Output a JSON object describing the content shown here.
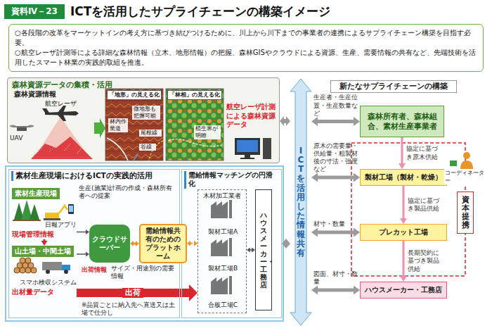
{
  "diagram": {
    "title": "ICTを活用したサプライチェーンの構築イメージ",
    "nodes": [
      {
        "text": [
          "○各段階の改革をマーケットインの考え方に基づき結びつけるために、川上から川下までの事業者の連携によるサプライチェーン構築を目指す必要。",
          "○航空レーザ計測等による詳細な森林情報（立木、地形情報）の把握、森林GISやクラウドによる資源、生産、需要情報の共有など、先端技術を活用したスマート林業の実践的取組を推進。"
        ]
      },
      {
        "text": [
          "森林資源データの集積・活用"
        ]
      },
      {
        "text": [
          "素材生産現場におけるICTの実践的活用"
        ]
      },
      {
        "text": [
          "素材生産現場",
          "日報アプリ",
          "現場管理情報"
        ],
        "in": 2
      },
      {
        "text": [
          "山土場・中間土場",
          "スマホ検収システム",
          "出材量データ"
        ],
        "in": 2
      },
      {
        "text": [
          "クラウドサーバー"
        ],
        "in": 2
      },
      {
        "text": [
          "需給情報マッチングの円滑化"
        ]
      },
      {
        "text": [
          "需給情報共有のためのプラットホーム"
        ]
      },
      {
        "text": [
          "木材加工業者"
        ],
        "in": 6
      },
      {
        "text": [
          "製材工場A"
        ],
        "in": 8
      },
      {
        "text": [
          "製材工場B"
        ],
        "in": 8
      },
      {
        "text": [
          "合板工場C"
        ],
        "in": 8
      },
      {
        "text": [
          "ハウスメーカー・工務店"
        ],
        "in": 6
      },
      {
        "text": [
          "ICTを活用した情報共有"
        ]
      },
      {
        "text": [
          "新たなサプライチェーンの構築"
        ]
      },
      {
        "text": [
          "森林所有者、森林組合、素材生産事業者"
        ]
      },
      {
        "text": [
          "製材工場（製材・乾燥）"
        ]
      },
      {
        "text": [
          "プレカット工場"
        ]
      },
      {
        "text": [
          "ハウスメーカー・工務店"
        ]
      },
      {
        "text": [
          "コーディネーター"
        ]
      },
      {
        "text": [
          "資本提携"
        ]
      }
    ],
    "edges": [
      {
        "from": 15,
        "to": 16,
        "arrow": "to",
        "label": "協定に基づき原木供給"
      },
      {
        "from": 16,
        "to": 17,
        "arrow": "to",
        "label": "協定に基づき製品供給"
      },
      {
        "from": 17,
        "to": 18,
        "arrow": "to",
        "label": "長期契約に基づき製品供給"
      },
      {
        "from": 13,
        "to": 15,
        "arrow": "both",
        "label": "生産者・生産位置・生産数量など"
      },
      {
        "from": 13,
        "to": 16,
        "arrow": "both",
        "label": "原木の需要量・供給量・粗製材後の寸法・強度など"
      },
      {
        "from": 13,
        "to": 17,
        "arrow": "both",
        "label": "材寸・数量"
      },
      {
        "from": 13,
        "to": 18,
        "arrow": "both",
        "label": "図面、材寸・数量"
      },
      {
        "from": 6,
        "to": 13,
        "arrow": "both"
      },
      {
        "from": 3,
        "to": 4,
        "arrow": "to"
      },
      {
        "from": 3,
        "to": 5,
        "arrow": "to"
      },
      {
        "from": 4,
        "to": 5,
        "arrow": "to"
      },
      {
        "from": 5,
        "to": 7,
        "arrow": "both"
      },
      {
        "from": 4,
        "to": 8,
        "arrow": "to",
        "label": "出荷"
      },
      {
        "from": 8,
        "to": 12,
        "arrow": "both"
      },
      {
        "from": 7,
        "to": 8,
        "arrow": "both"
      },
      {
        "from": 1,
        "to": 13,
        "arrow": "both"
      }
    ],
    "labels": [
      "資料Ⅳ－23",
      "森林資源情報",
      "航空レーザ",
      "UAV",
      "「地形」の見える化",
      "微地形も把握可能",
      "林内作業道",
      "尾根線",
      "谷線",
      "「林相」の見える化",
      "植生界が明瞭",
      "航空レーザ計測による森林資源データ",
      "生産(施業)計画の作成・森林所有者への提案",
      "出荷情報",
      "サイズ・用途別の需要情報",
      "※品質ごとに納入先へ直送又は土場で仕分し"
    ]
  }
}
